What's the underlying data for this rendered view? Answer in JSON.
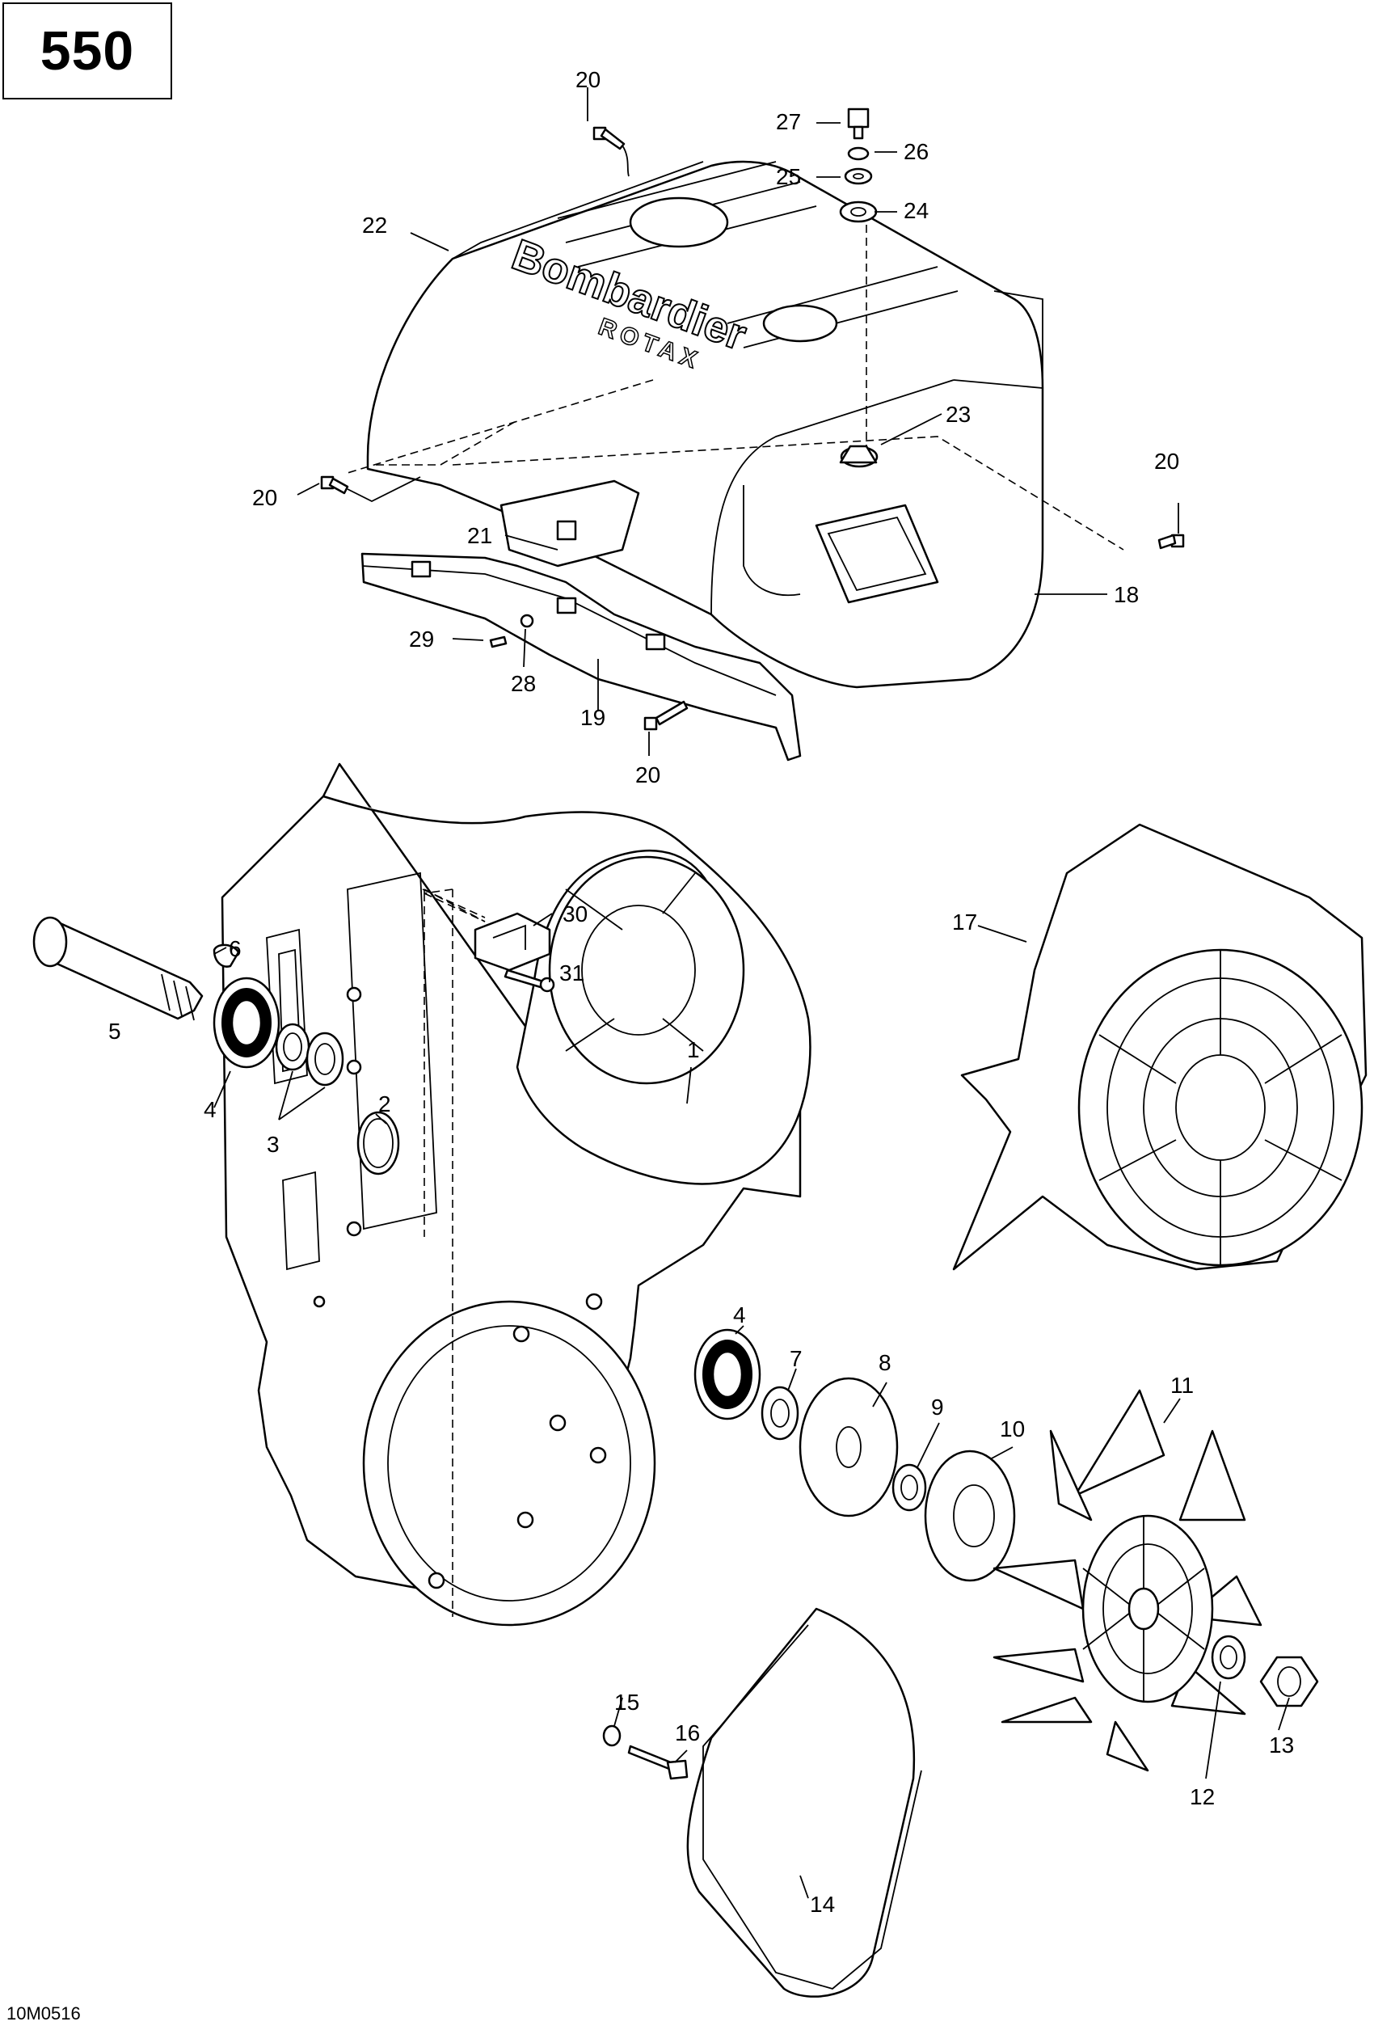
{
  "model": "550",
  "figure_code": "10M0516",
  "cover_branding": {
    "line1": "Bombardier",
    "line2": "ROTAX"
  },
  "callouts": [
    {
      "id": "c20a",
      "text": "20"
    },
    {
      "id": "c27",
      "text": "27"
    },
    {
      "id": "c26",
      "text": "26"
    },
    {
      "id": "c25",
      "text": "25"
    },
    {
      "id": "c24",
      "text": "24"
    },
    {
      "id": "c22",
      "text": "22"
    },
    {
      "id": "c23",
      "text": "23"
    },
    {
      "id": "c20b",
      "text": "20"
    },
    {
      "id": "c20c",
      "text": "20"
    },
    {
      "id": "c21",
      "text": "21"
    },
    {
      "id": "c18",
      "text": "18"
    },
    {
      "id": "c29",
      "text": "29"
    },
    {
      "id": "c28",
      "text": "28"
    },
    {
      "id": "c19",
      "text": "19"
    },
    {
      "id": "c20d",
      "text": "20"
    },
    {
      "id": "c30",
      "text": "30"
    },
    {
      "id": "c31",
      "text": "31"
    },
    {
      "id": "c6",
      "text": "6"
    },
    {
      "id": "c5",
      "text": "5"
    },
    {
      "id": "c4a",
      "text": "4"
    },
    {
      "id": "c3",
      "text": "3"
    },
    {
      "id": "c2",
      "text": "2"
    },
    {
      "id": "c1",
      "text": "1"
    },
    {
      "id": "c17",
      "text": "17"
    },
    {
      "id": "c4b",
      "text": "4"
    },
    {
      "id": "c7",
      "text": "7"
    },
    {
      "id": "c8",
      "text": "8"
    },
    {
      "id": "c9",
      "text": "9"
    },
    {
      "id": "c10",
      "text": "10"
    },
    {
      "id": "c11",
      "text": "11"
    },
    {
      "id": "c15",
      "text": "15"
    },
    {
      "id": "c16",
      "text": "16"
    },
    {
      "id": "c12",
      "text": "12"
    },
    {
      "id": "c13",
      "text": "13"
    },
    {
      "id": "c14",
      "text": "14"
    }
  ]
}
